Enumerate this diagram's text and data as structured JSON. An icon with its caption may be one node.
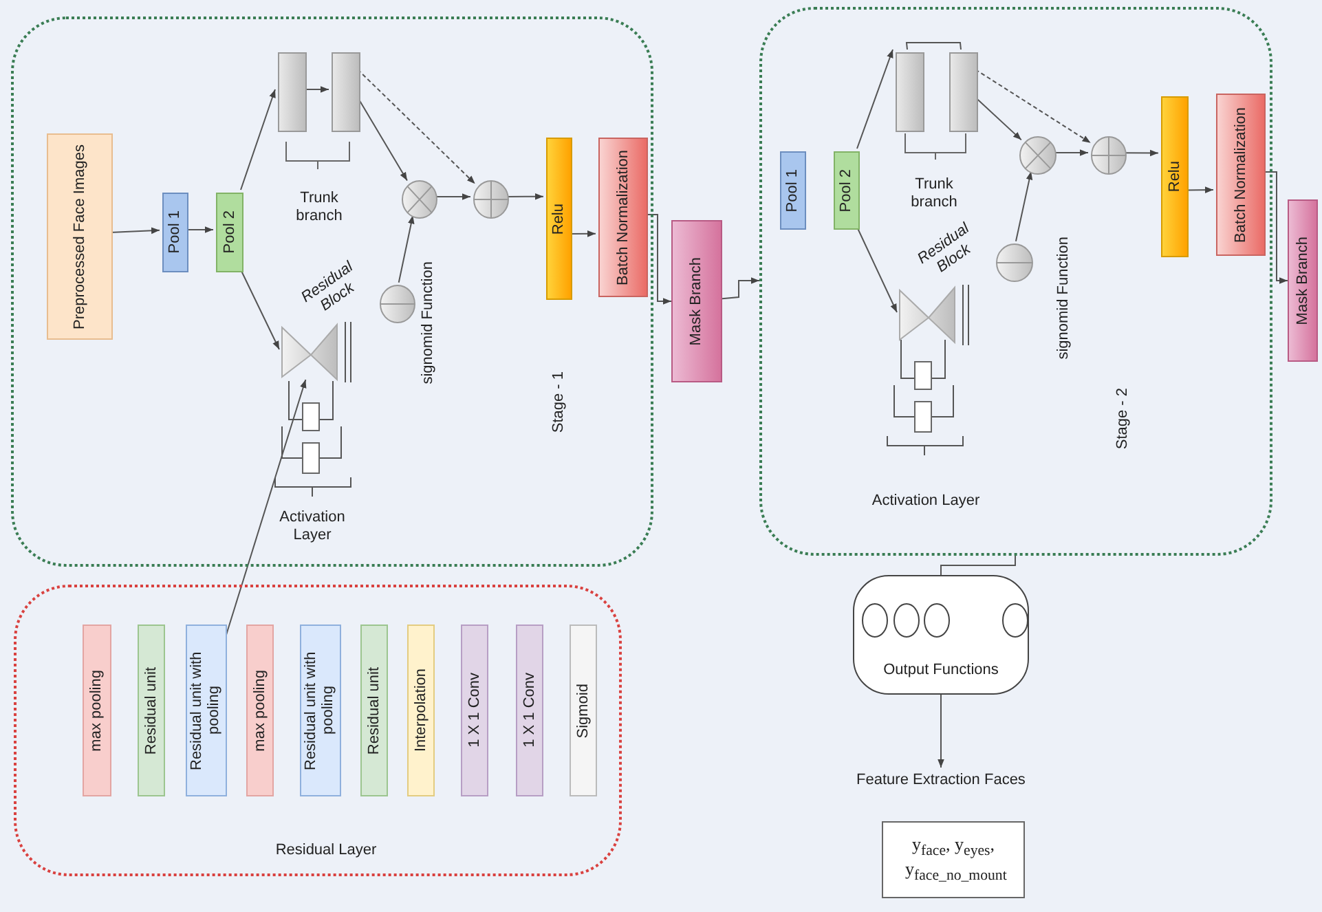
{
  "diagram": {
    "nodes": [
      {
        "text": [
          "Stage - 1"
        ]
      },
      {
        "text": [
          "Preprocessed Face Images"
        ],
        "in": 0
      },
      {
        "text": [
          "Pool 1"
        ],
        "in": 0
      },
      {
        "text": [
          "Pool 2"
        ],
        "in": 0
      },
      {
        "text": [],
        "shape": "box",
        "in": 0
      },
      {
        "text": [],
        "shape": "box",
        "in": 0
      },
      {
        "text": [],
        "shape": "circle",
        "in": 0
      },
      {
        "text": [],
        "shape": "circle",
        "in": 0
      },
      {
        "text": [],
        "shape": "circle",
        "in": 0
      },
      {
        "text": [],
        "shape": "bowtie",
        "in": 0,
        "beside": [
          "Residual Block"
        ]
      },
      {
        "text": [
          "Relu"
        ],
        "in": 0
      },
      {
        "text": [
          "Batch Normalization"
        ],
        "in": 0
      },
      {
        "text": [
          "Mask Branch"
        ]
      },
      {
        "text": [
          "Stage - 2"
        ]
      },
      {
        "text": [
          "Pool 1"
        ],
        "in": 13
      },
      {
        "text": [
          "Pool 2"
        ],
        "in": 13
      },
      {
        "text": [],
        "shape": "box",
        "in": 13
      },
      {
        "text": [],
        "shape": "box",
        "in": 13
      },
      {
        "text": [],
        "shape": "circle",
        "in": 13
      },
      {
        "text": [],
        "shape": "circle",
        "in": 13
      },
      {
        "text": [],
        "shape": "circle",
        "in": 13
      },
      {
        "text": [],
        "shape": "bowtie",
        "in": 13,
        "beside": [
          "Residual Block"
        ]
      },
      {
        "text": [
          "Relu"
        ],
        "in": 13
      },
      {
        "text": [
          "Batch Normalization"
        ],
        "in": 13
      },
      {
        "text": [
          "Mask Branch"
        ]
      },
      {
        "text": [
          "Residual Layer"
        ]
      },
      {
        "text": [
          "max pooling"
        ],
        "in": 25
      },
      {
        "text": [
          "Residual unit"
        ],
        "in": 25
      },
      {
        "text": [
          "Residual unit with pooling"
        ],
        "in": 25
      },
      {
        "text": [
          "max pooling"
        ],
        "in": 25
      },
      {
        "text": [
          "Residual unit with pooling"
        ],
        "in": 25
      },
      {
        "text": [
          "Residual unit"
        ],
        "in": 25
      },
      {
        "text": [
          "Interpolation"
        ],
        "in": 25
      },
      {
        "text": [
          "1 X 1 Conv"
        ],
        "in": 25
      },
      {
        "text": [
          "1 X 1 Conv"
        ],
        "in": 25
      },
      {
        "text": [
          "Sigmoid"
        ],
        "in": 25
      },
      {
        "text": [
          "Output Functions"
        ]
      },
      {
        "text": [
          "Feature Extraction Faces"
        ]
      },
      {
        "text": [
          "y$_{face}$, y$_{eyes}$, y$_{face_no_mount}$"
        ]
      }
    ],
    "edges": [
      {
        "from": 1,
        "to": 2,
        "arrow": "to"
      },
      {
        "from": 2,
        "to": 3,
        "arrow": "to"
      },
      {
        "from": 3,
        "to": 4,
        "arrow": "to"
      },
      {
        "from": 3,
        "to": 9,
        "arrow": "to"
      },
      {
        "from": 4,
        "to": 5,
        "arrow": "to"
      },
      {
        "from": 5,
        "to": 6,
        "arrow": "to"
      },
      {
        "from": 5,
        "to": 7,
        "arrow": "to",
        "style": "dashed"
      },
      {
        "from": 6,
        "to": 7,
        "arrow": "to"
      },
      {
        "from": 8,
        "to": 6,
        "arrow": "to"
      },
      {
        "from": 7,
        "to": 10,
        "arrow": "to"
      },
      {
        "from": 10,
        "to": 11,
        "arrow": "to"
      },
      {
        "from": 11,
        "to": 12,
        "arrow": "to"
      },
      {
        "from": 12,
        "to": 13,
        "arrow": "to"
      },
      {
        "from": 15,
        "to": 16,
        "arrow": "to"
      },
      {
        "from": 16,
        "to": 17,
        "arrow": "none"
      },
      {
        "from": 15,
        "to": 21,
        "arrow": "to"
      },
      {
        "from": 17,
        "to": 18,
        "arrow": "to"
      },
      {
        "from": 17,
        "to": 19,
        "arrow": "to",
        "style": "dashed"
      },
      {
        "from": 18,
        "to": 19,
        "arrow": "to"
      },
      {
        "from": 20,
        "to": 18,
        "arrow": "to"
      },
      {
        "from": 19,
        "to": 22,
        "arrow": "to"
      },
      {
        "from": 22,
        "to": 23,
        "arrow": "to"
      },
      {
        "from": 23,
        "to": 24,
        "arrow": "to"
      },
      {
        "from": 13,
        "to": 36,
        "arrow": "none"
      },
      {
        "from": 36,
        "to": 37,
        "arrow": "to"
      },
      {
        "from": 28,
        "to": 9,
        "arrow": "to"
      }
    ],
    "labels": [
      "Trunk branch",
      "signomid Function",
      "Activation Layer",
      "Trunk branch",
      "signomid Function",
      "Activation Layer"
    ]
  }
}
